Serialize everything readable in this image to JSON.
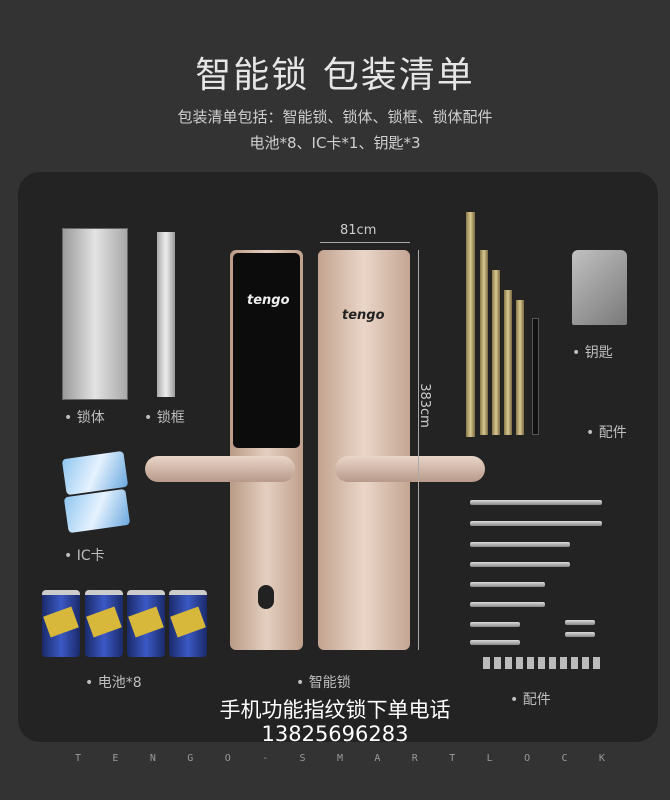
{
  "header": {
    "title": "智能锁 包装清单",
    "contents_line1": "包装清单包括：智能锁、锁体、锁框、锁体配件",
    "contents_line2": "电池*8、IC卡*1、钥匙*3"
  },
  "items": {
    "lock_body": "锁体",
    "strike_plate": "锁框",
    "ic_card": "IC卡",
    "battery": "电池*8",
    "smart_lock": "智能锁",
    "keys": "钥匙",
    "accessories_bars": "配件",
    "accessories_screws": "配件"
  },
  "product": {
    "brand_logo": "tengo",
    "width_dimension": "81cm",
    "height_dimension": "383cm"
  },
  "cta": {
    "text": "手机功能指纹锁下单电话",
    "phone": "13825696283"
  },
  "footer": {
    "letters": [
      "T",
      "E",
      "N",
      "G",
      "O",
      "-",
      "S",
      "M",
      "A",
      "R",
      "T",
      "L",
      "O",
      "C",
      "K"
    ]
  },
  "colors": {
    "background": "#333333",
    "panel": "#232323",
    "lock_finish": "#d9bfae"
  }
}
